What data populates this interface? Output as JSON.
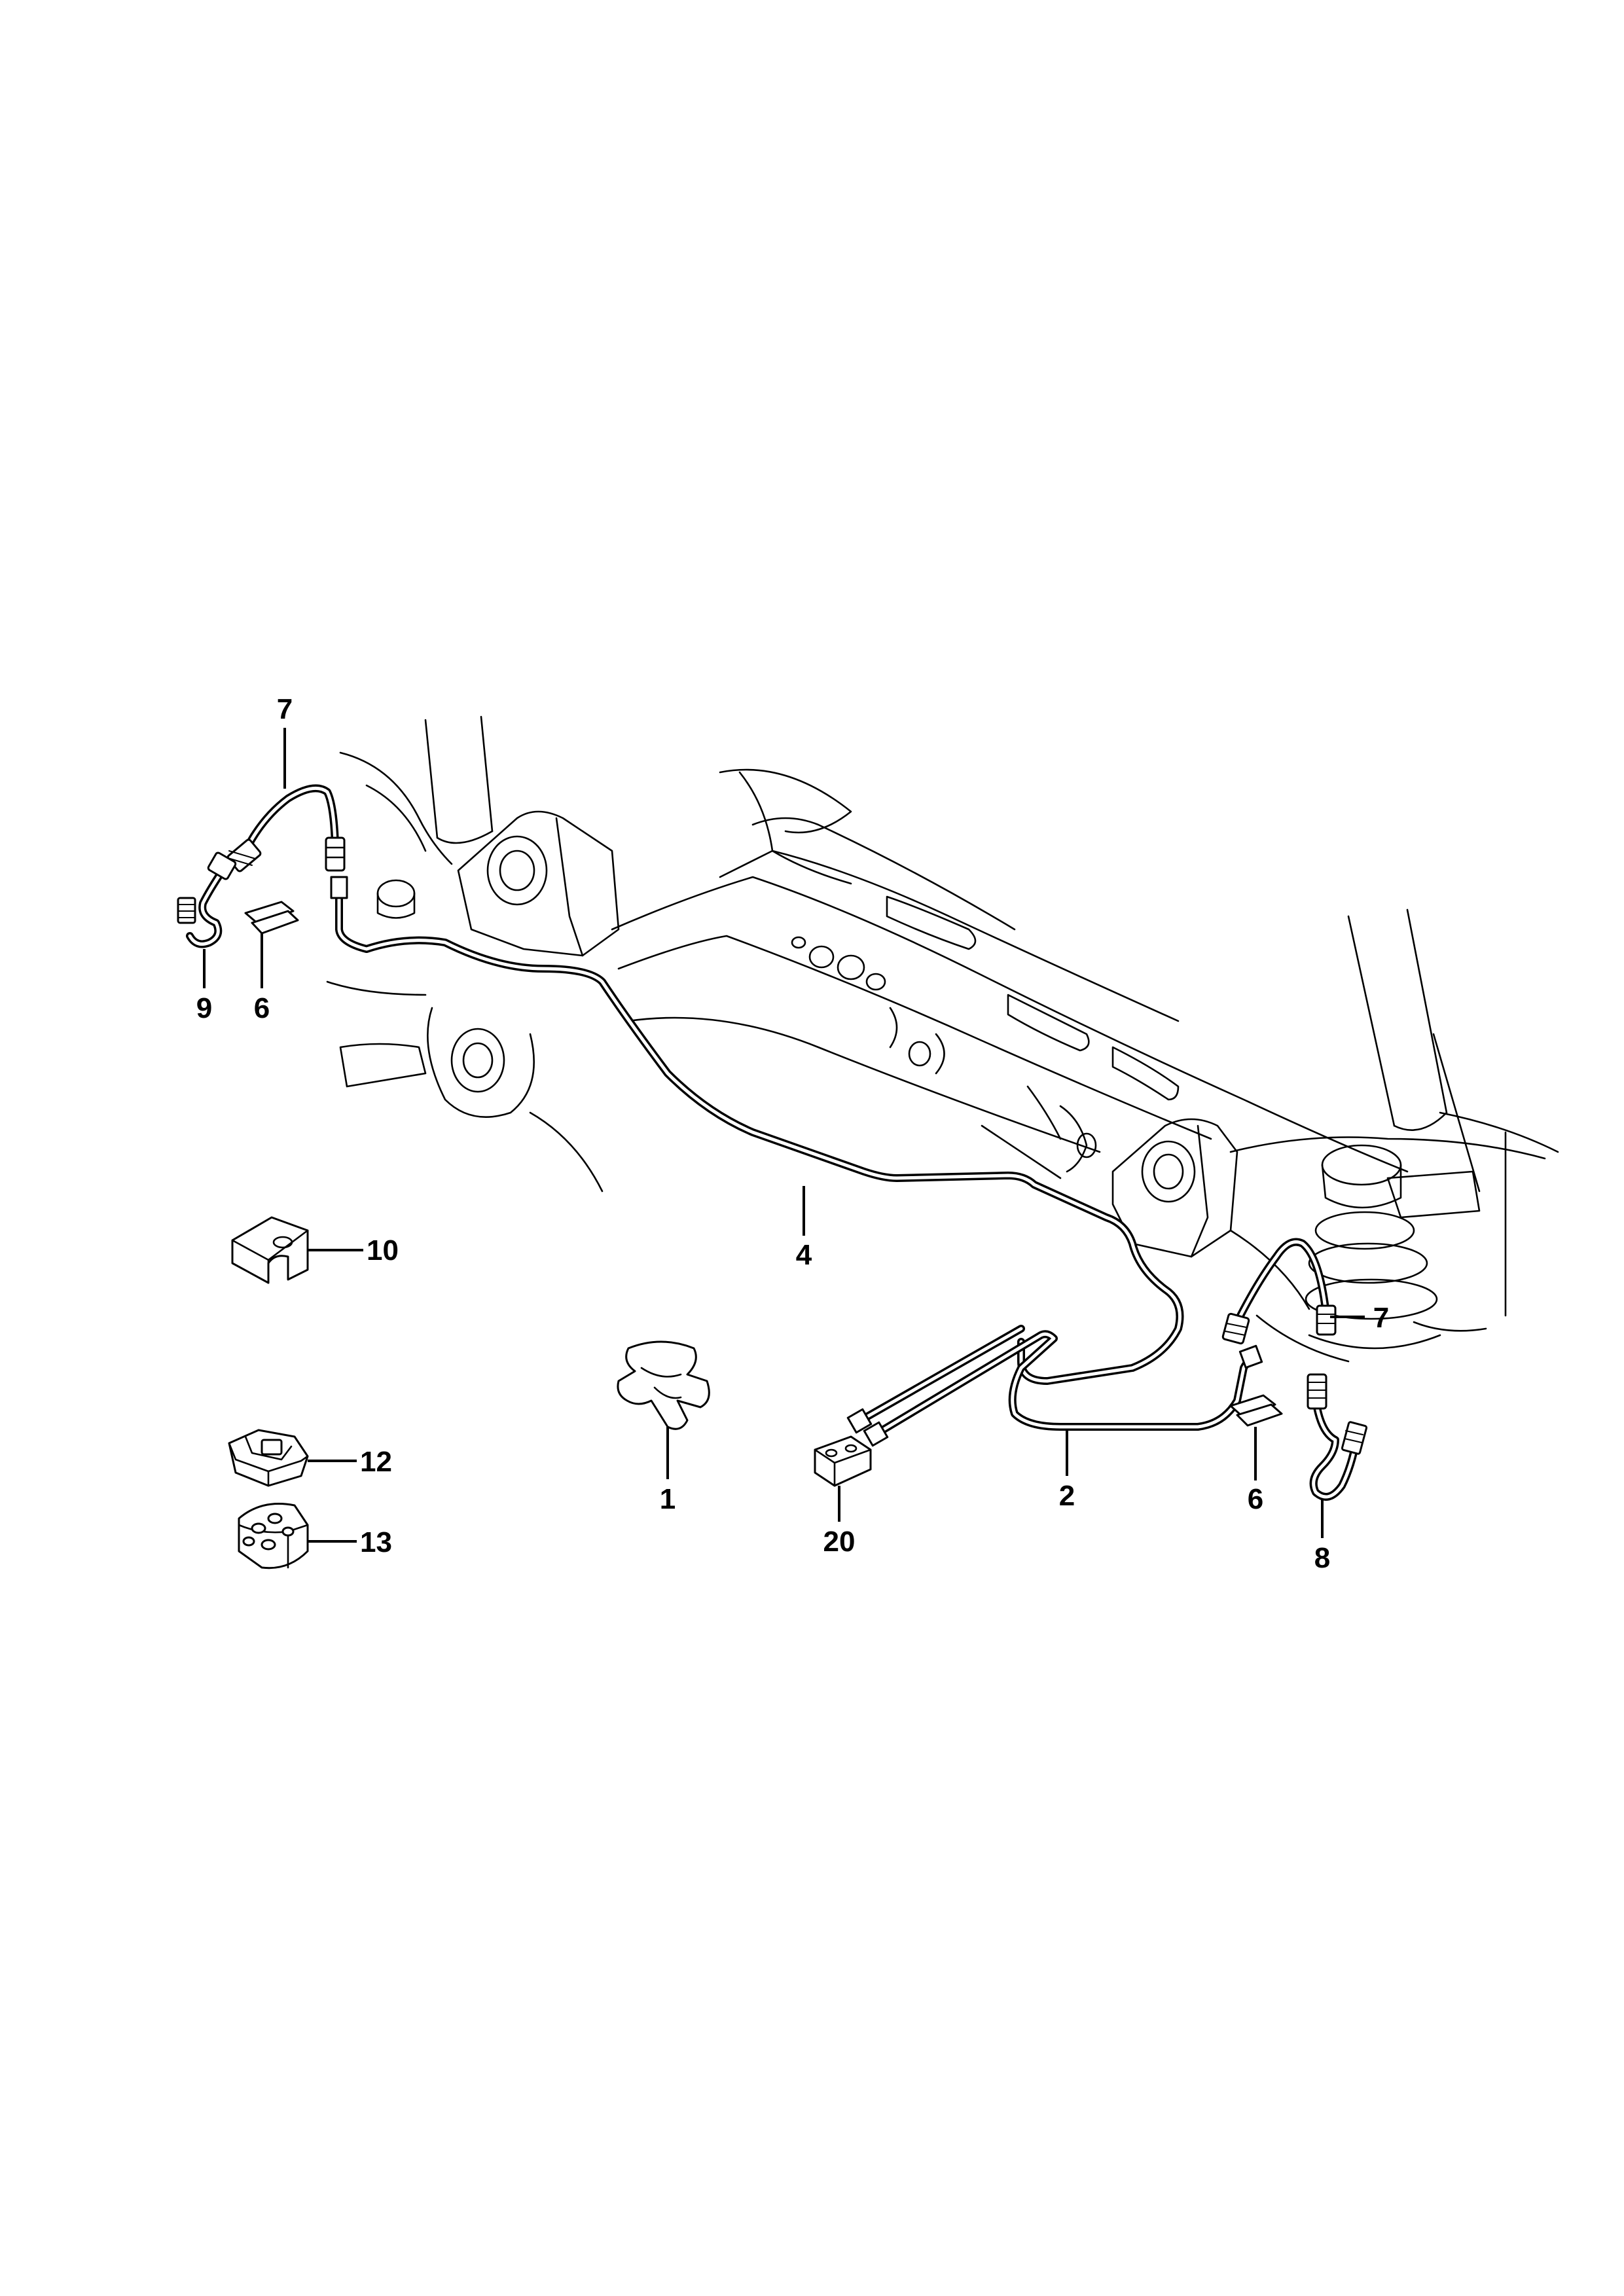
{
  "diagram": {
    "callouts": [
      {
        "id": "c7a",
        "text": "7"
      },
      {
        "id": "c9",
        "text": "9"
      },
      {
        "id": "c6a",
        "text": "6"
      },
      {
        "id": "c10",
        "text": "10"
      },
      {
        "id": "c4",
        "text": "4"
      },
      {
        "id": "c1",
        "text": "1"
      },
      {
        "id": "c12",
        "text": "12"
      },
      {
        "id": "c13",
        "text": "13"
      },
      {
        "id": "c7b",
        "text": "7"
      },
      {
        "id": "c2",
        "text": "2"
      },
      {
        "id": "c20",
        "text": "20"
      },
      {
        "id": "c6b",
        "text": "6"
      },
      {
        "id": "c8",
        "text": "8"
      }
    ]
  }
}
